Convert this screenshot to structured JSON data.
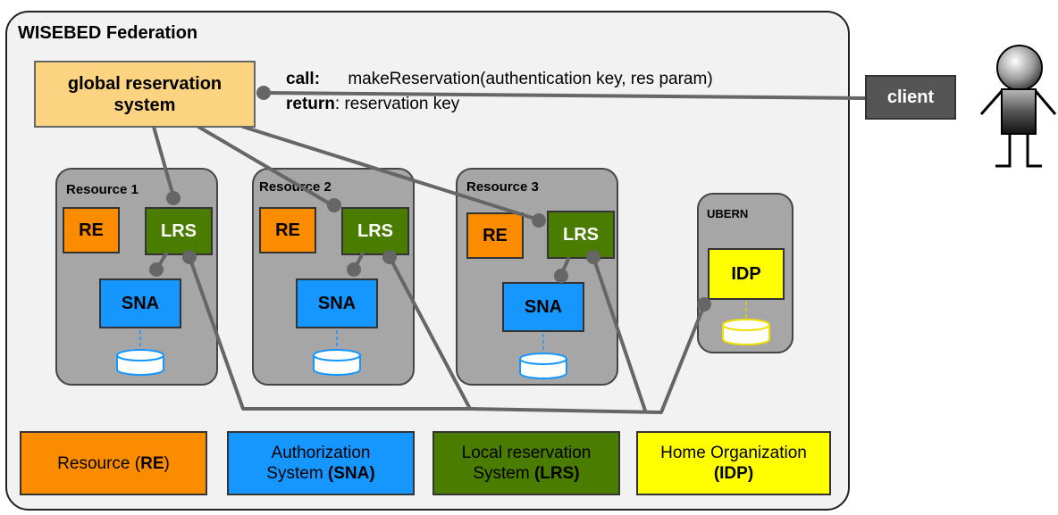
{
  "federation": {
    "title": "WISEBED Federation"
  },
  "grs": {
    "line1": "global reservation",
    "line2": "system"
  },
  "call": {
    "call_label": "call:",
    "call_text": "makeReservation(authentication key, res param)",
    "return_label": "return",
    "return_text": ": reservation key"
  },
  "client": {
    "label": "client"
  },
  "resources": [
    {
      "label": "Resource 1",
      "re": "RE",
      "lrs": "LRS",
      "sna": "SNA"
    },
    {
      "label": "Resource 2",
      "re": "RE",
      "lrs": "LRS",
      "sna": "SNA"
    },
    {
      "label": "Resource 3",
      "re": "RE",
      "lrs": "LRS",
      "sna": "SNA"
    }
  ],
  "ubern": {
    "label": "UBERN",
    "idp": "IDP"
  },
  "legend": {
    "re": {
      "text": "Resource (",
      "bold": "RE",
      "tail": ")"
    },
    "sna": {
      "line1": "Authorization",
      "line2": "System ",
      "bold": "(SNA)"
    },
    "lrs": {
      "line1": "Local reservation",
      "line2": "System ",
      "bold": "(LRS)"
    },
    "idp": {
      "line1": "Home Organization",
      "bold": "(IDP)"
    }
  },
  "colors": {
    "re": "#fb8c00",
    "lrs": "#4a7c00",
    "sna": "#1597ff",
    "idp": "#ffff00",
    "grs": "#fcd381",
    "connector": "#666666"
  }
}
